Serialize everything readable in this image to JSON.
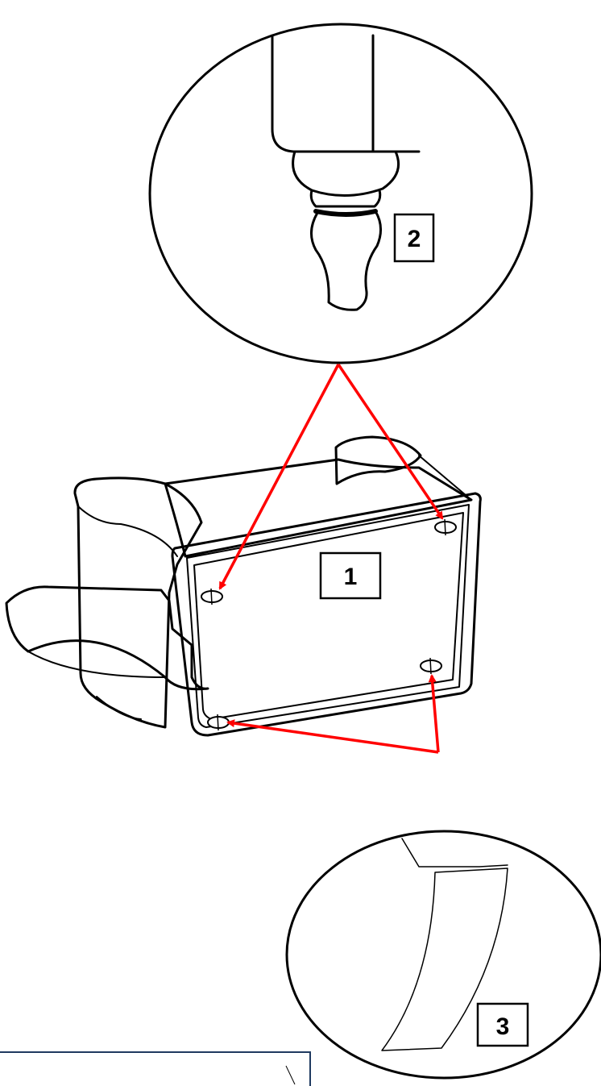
{
  "callouts": {
    "label_1": "1",
    "label_2": "2",
    "label_3": "3"
  },
  "colors": {
    "arrow": "#ff0000",
    "outline": "#000000",
    "inset_frame": "#1f3a60",
    "background": "#ffffff"
  },
  "icons": {
    "item_1": "furniture-base-underside",
    "item_2": "turned-bun-foot",
    "item_3": "curved-tapered-foot"
  }
}
